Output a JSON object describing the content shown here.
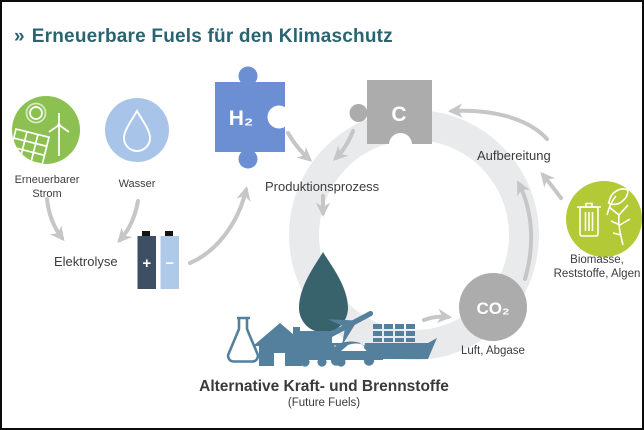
{
  "title": {
    "prefix": "»",
    "text": "Erneuerbare Fuels für den Klimaschutz"
  },
  "labels": {
    "renewable_power": "Erneuerbarer\nStrom",
    "water": "Wasser",
    "electrolysis": "Elektrolyse",
    "production_process": "Produktionsprozess",
    "processing": "Aufbereitung",
    "biomass": "Biomasse,\nReststoffe, Algen",
    "air_exhaust": "Luft, Abgase",
    "fuels_title": "Alternative Kraft- und Brennstoffe",
    "fuels_subtitle": "(Future Fuels)"
  },
  "symbols": {
    "hydrogen": "H₂",
    "carbon": "C",
    "co2": "CO₂",
    "battery_plus": "+",
    "battery_minus": "−"
  },
  "icons": {
    "title_prefix": "double-chevron-icon",
    "renewable": "solar-panel-wind-turbine-sun-icon",
    "water": "water-drop-icon",
    "electrolysis": "battery-electrodes-icon",
    "fuel": "fuel-drop-icon",
    "consumers": "flask-house-truck-plane-car-ship-icons",
    "biomass": "trash-leaf-algae-icon"
  },
  "colors": {
    "title": "#2A6470",
    "green": "#8CC152",
    "water_blue": "#A9C4E9",
    "h2_blue": "#6C8FD4",
    "battery_dark": "#3D4F63",
    "battery_light": "#AFC9E9",
    "terminal_dark": "#141414",
    "drop_teal": "#38626C",
    "vehicle_steel": "#54809E",
    "gray": "#ACACAC",
    "ring": "#E9EAEC",
    "arrow": "#C6C6C8",
    "text": "#3C3C3C",
    "biomass_green": "#B4C936"
  }
}
